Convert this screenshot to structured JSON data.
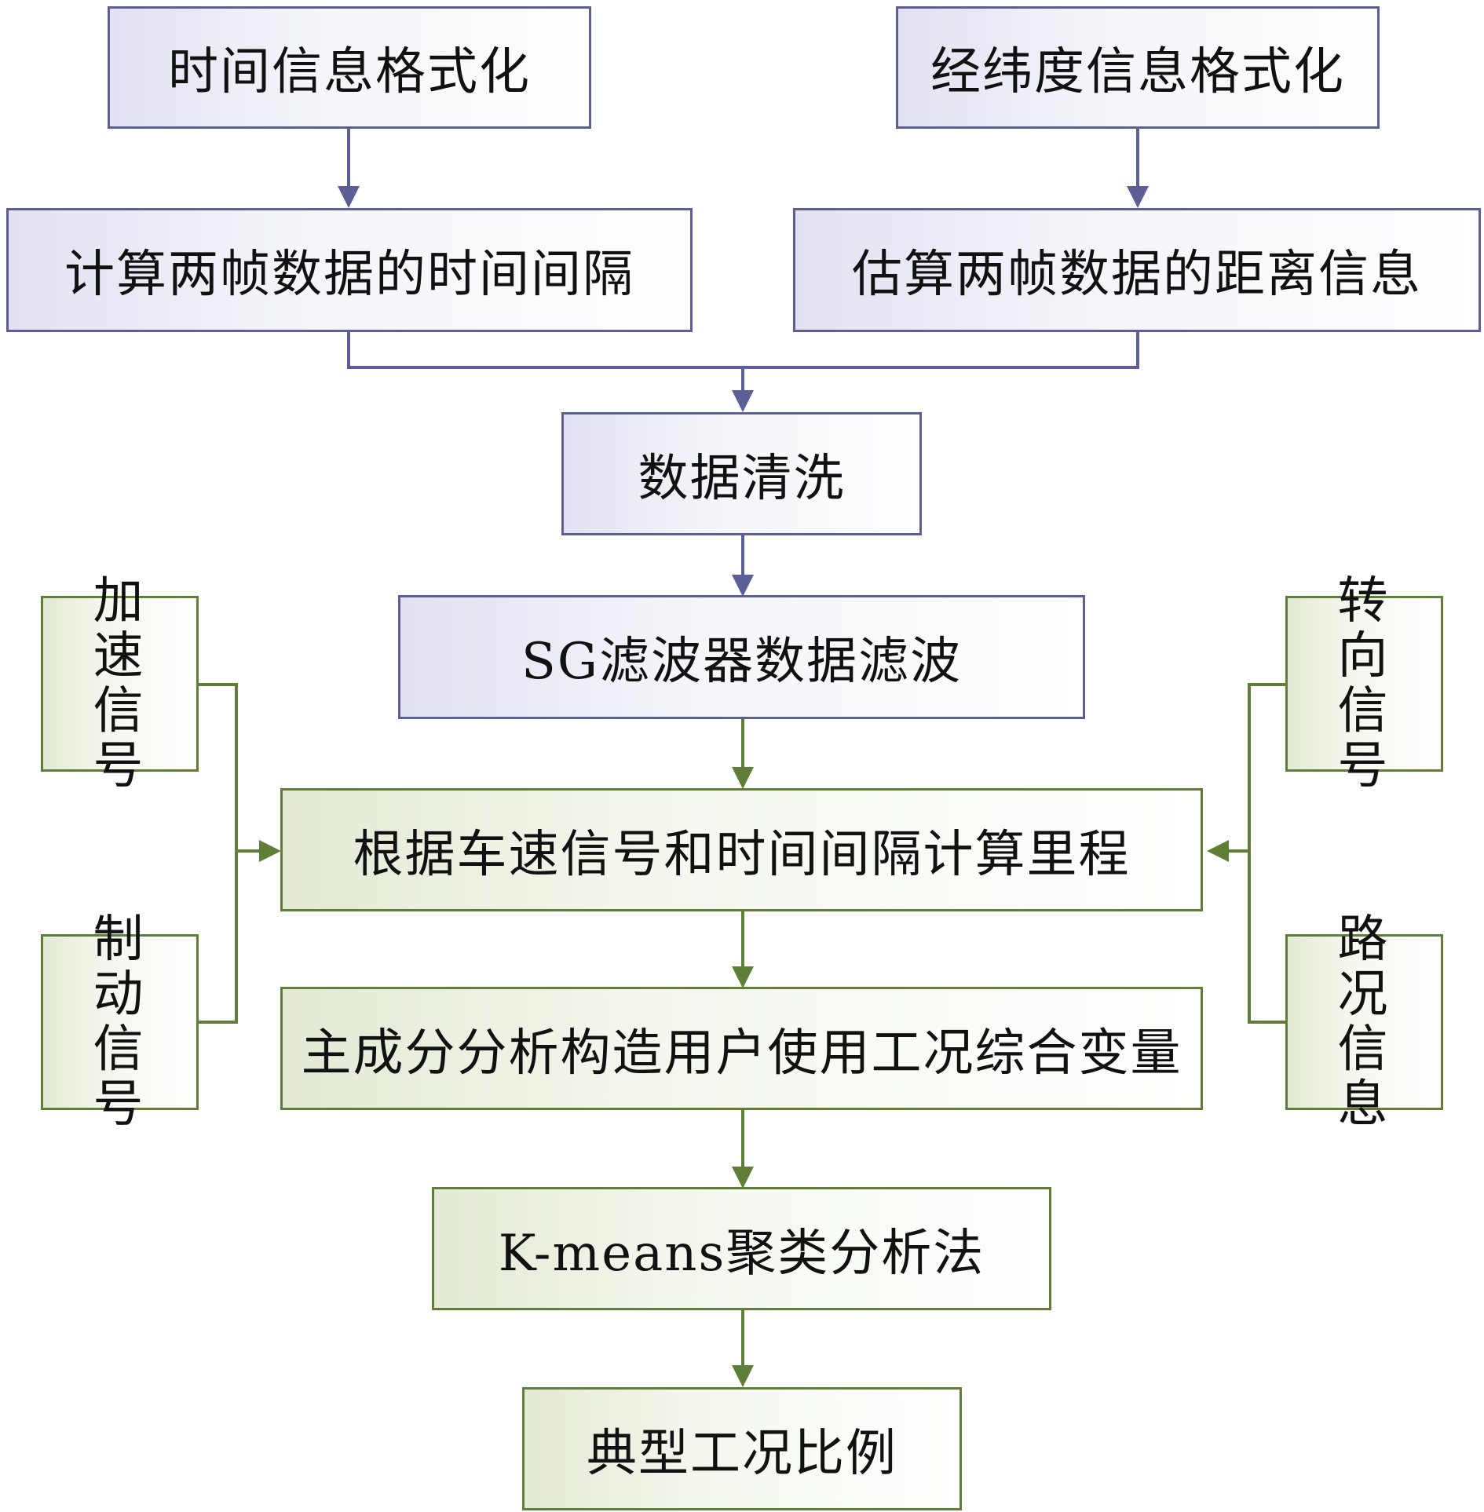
{
  "diagram": {
    "nodes": {
      "time_format": "时间信息格式化",
      "latlon_format": "经纬度信息格式化",
      "time_interval": "计算两帧数据的时间间隔",
      "distance_info": "估算两帧数据的距离信息",
      "data_cleaning": "数据清洗",
      "sg_filter": "SG滤波器数据滤波",
      "mileage": "根据车速信号和时间间隔计算里程",
      "pca": "主成分分析构造用户使用工况综合变量",
      "kmeans": "K-means聚类分析法",
      "typical_ratio": "典型工况比例",
      "accel_signal": "加速信号",
      "brake_signal": "制动信号",
      "turn_signal": "转向信号",
      "road_info": "路况信息"
    },
    "edges": [
      [
        "time_format",
        "time_interval"
      ],
      [
        "latlon_format",
        "distance_info"
      ],
      [
        "time_interval",
        "data_cleaning"
      ],
      [
        "distance_info",
        "data_cleaning"
      ],
      [
        "data_cleaning",
        "sg_filter"
      ],
      [
        "sg_filter",
        "mileage"
      ],
      [
        "accel_signal",
        "mileage"
      ],
      [
        "brake_signal",
        "mileage"
      ],
      [
        "turn_signal",
        "mileage"
      ],
      [
        "road_info",
        "mileage"
      ],
      [
        "mileage",
        "pca"
      ],
      [
        "pca",
        "kmeans"
      ],
      [
        "kmeans",
        "typical_ratio"
      ]
    ],
    "colors": {
      "blue": "#5b5f96",
      "green": "#5f7f39"
    }
  }
}
